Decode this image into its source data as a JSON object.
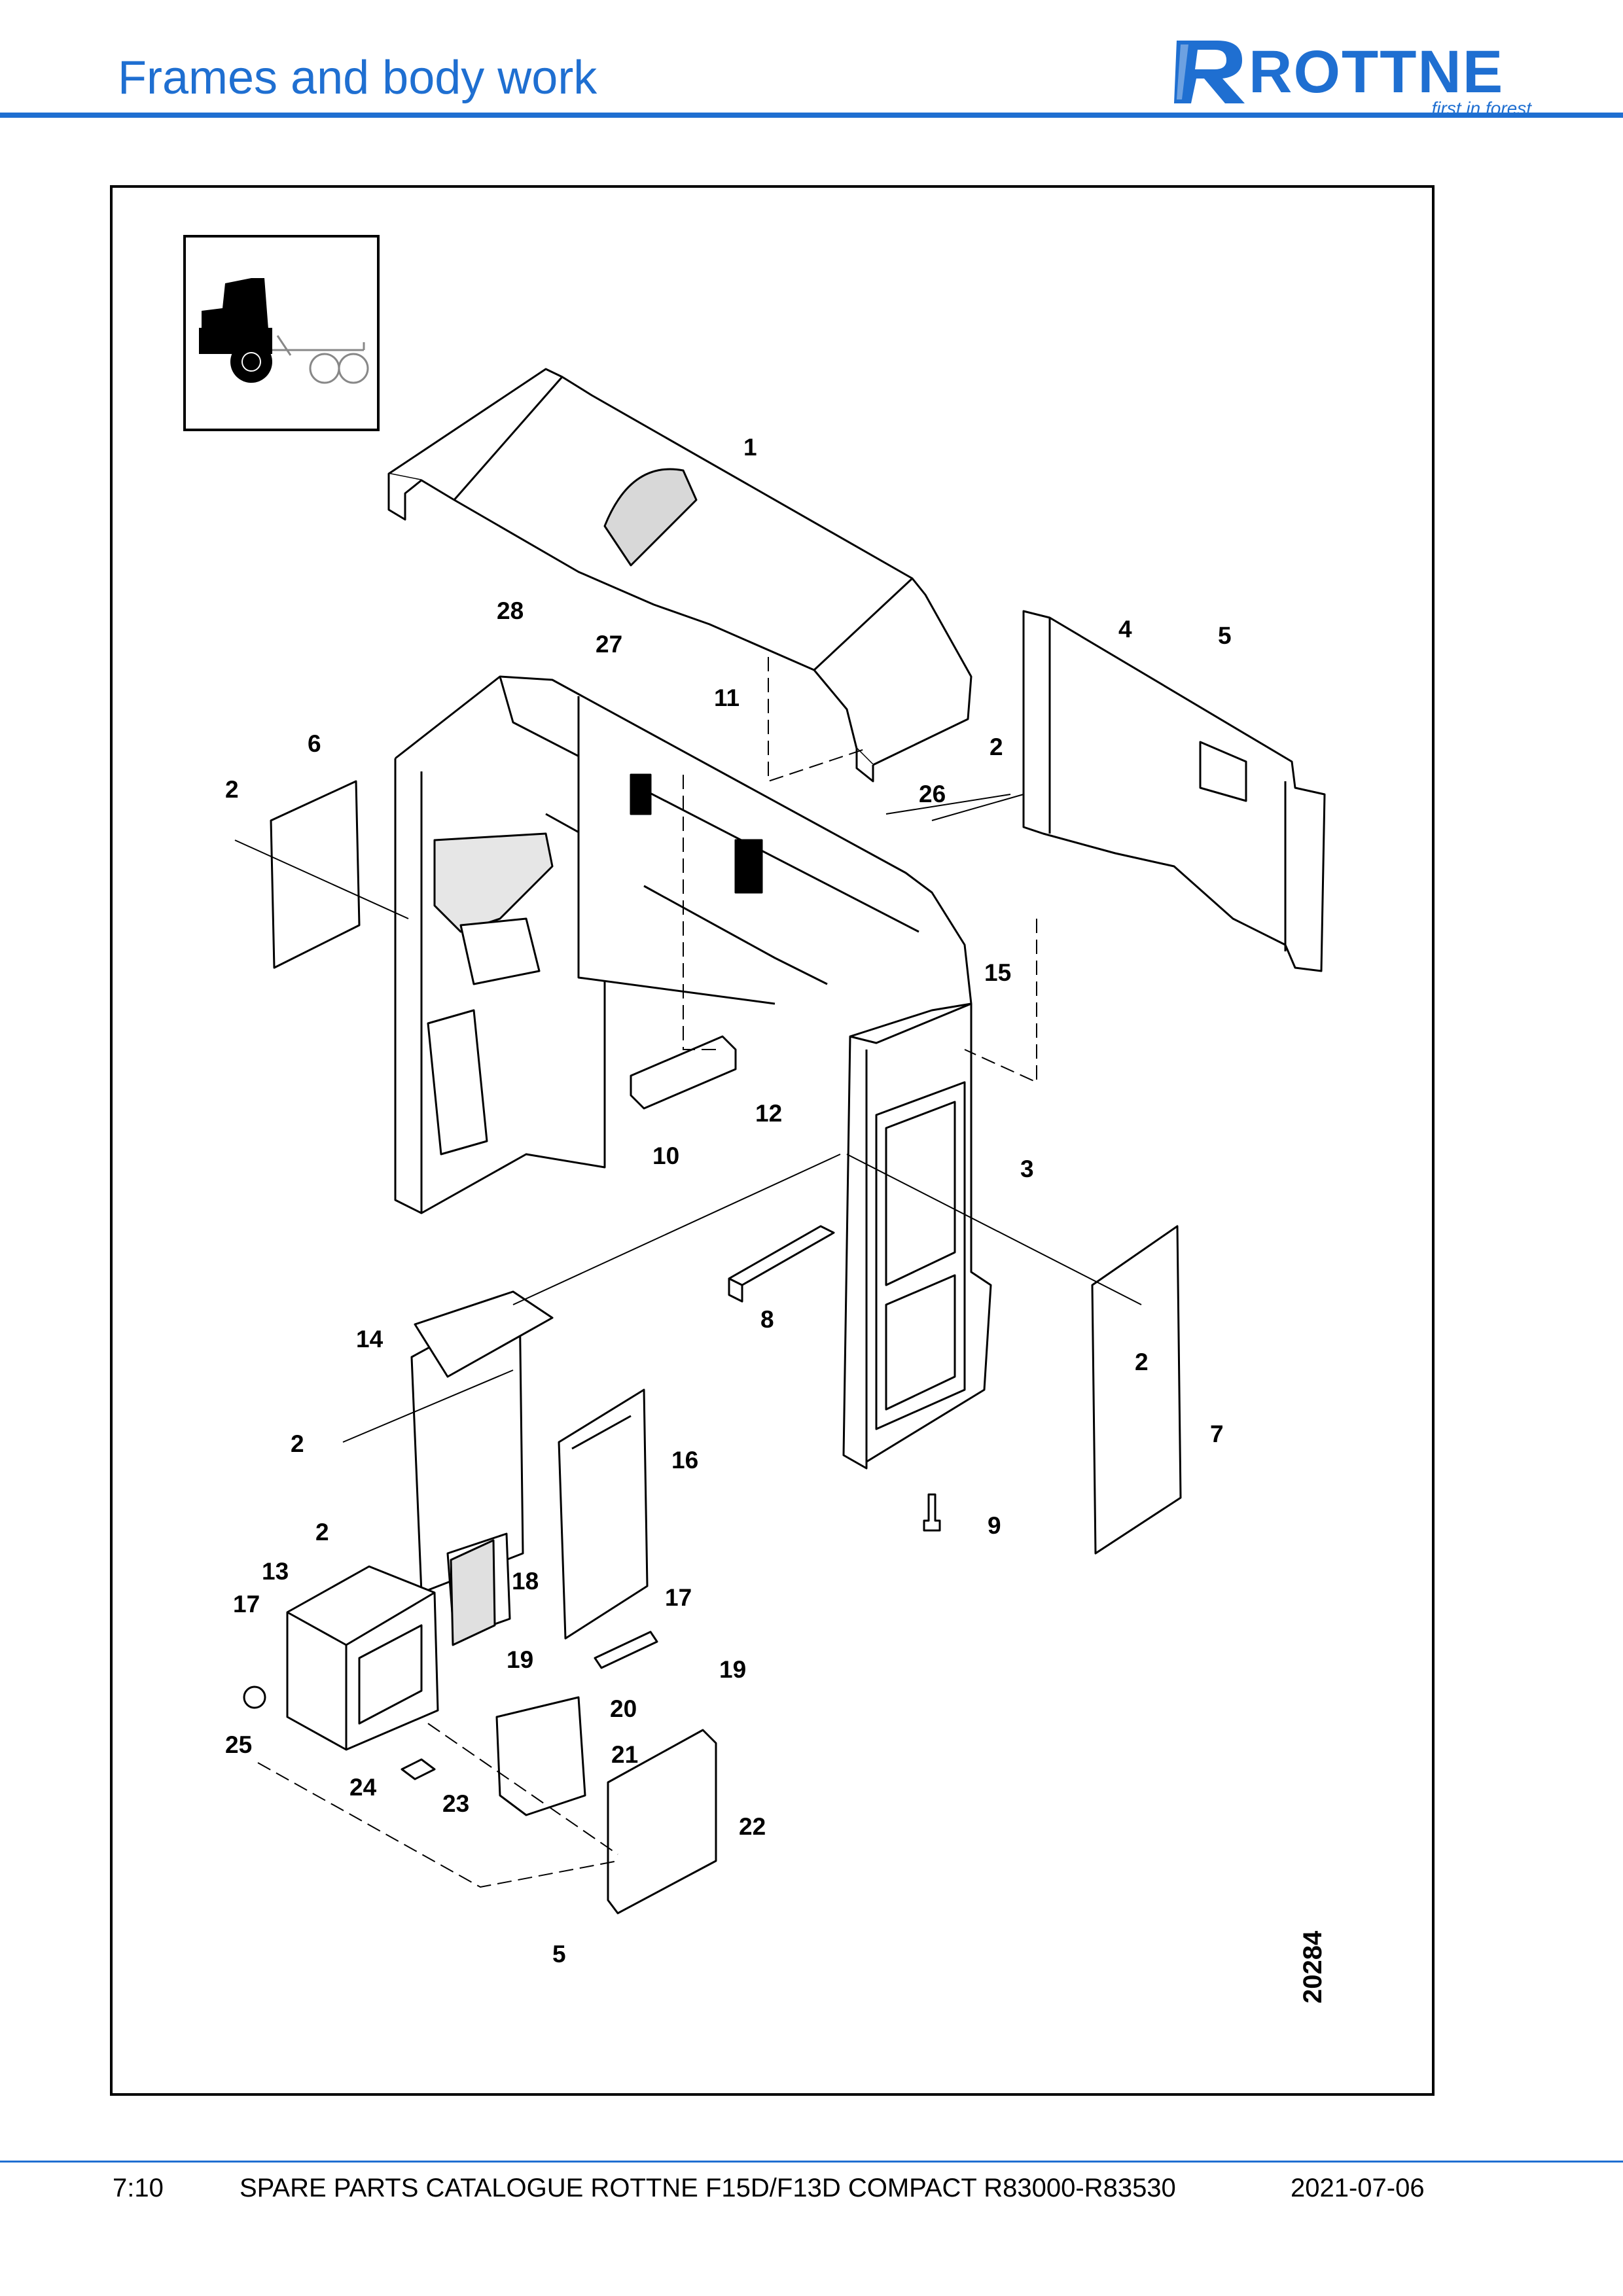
{
  "header": {
    "title": "Frames and body work",
    "logo_word": "ROTTNE",
    "logo_tagline": "first in forest",
    "brand_color": "#1f6fd1"
  },
  "diagram": {
    "figure_number": "20284",
    "thumbnail_icon": "forwarder-machine-icon",
    "callouts": [
      "1",
      "2",
      "3",
      "4",
      "5",
      "6",
      "7",
      "8",
      "9",
      "10",
      "11",
      "12",
      "13",
      "14",
      "15",
      "16",
      "17",
      "18",
      "19",
      "20",
      "21",
      "22",
      "23",
      "24",
      "25",
      "26",
      "27",
      "28"
    ]
  },
  "footer": {
    "page": "7:10",
    "catalogue": "SPARE PARTS CATALOGUE ROTTNE F15D/F13D COMPACT R83000-R83530",
    "date": "2021-07-06"
  }
}
